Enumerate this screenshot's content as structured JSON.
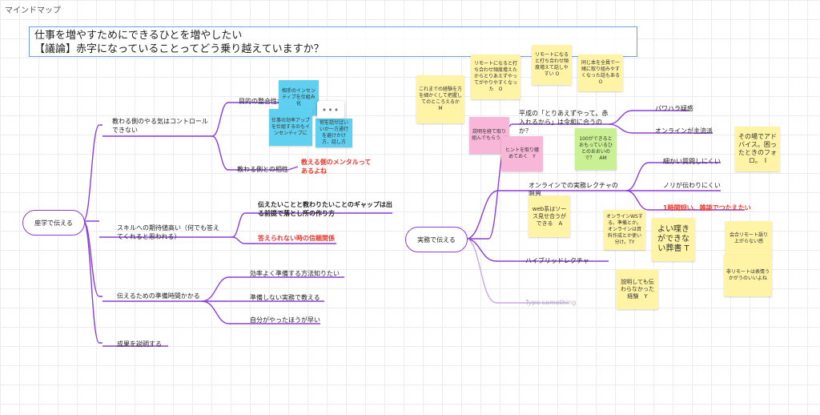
{
  "frame": {
    "label": "マインドマップ"
  },
  "title": {
    "line1": "仕事を増やすためにできるひとを増やしたい",
    "line2": "【議論】赤字になっていることってどう乗り越えていますか？"
  },
  "colors": {
    "branch": "#8c3fd6",
    "red_text": "#e63b2e",
    "frame_border": "#6f9ee6"
  },
  "mindmap_left": {
    "root": "座学で伝える",
    "n_motivation": "教わる側のやる気はコントロールできない",
    "n_purpose": "目的の整合性が取れな",
    "n_compat": "教わる側との相性",
    "n_mental": "教える側のメンタルってあるよね",
    "n_skill": "スキルへの期待値高い（何でも答えてくれると思われる）",
    "n_gap": "伝えたいことと教わりたいことのギャップは出る前提で落とし所の作り方",
    "n_trust": "答えられない時の信頼関係",
    "n_prep": "伝えるための準備時間かかる",
    "n_eff": "効率よく準備する方法知りたい",
    "n_noprep": "準備しない実務で教える",
    "n_self": "自分がやったほうが早い",
    "n_result": "成果を説明する"
  },
  "mindmap_right": {
    "root": "実務で伝える",
    "n_heisei": "平成の「とりあえずやって。赤入れるから」は令和に合うのか？",
    "n_power": "パワハラ疑惑",
    "n_online_main": "オンラインが主流派",
    "n_online_lect": "オンラインでの実務レクチャの限界",
    "n_detail": "細かい質問しにくい",
    "n_nori": "ノリが伝わりにくい",
    "n_1h": "1時間短い、雑談でつたえたい",
    "n_hybrid": "ハイブリッドレクチャ",
    "n_type": "Type something"
  },
  "stickies": {
    "b1": "相手のインセンティブを仕組み化",
    "b2": "仕事の効率アップを仕組するのもインセンティブに",
    "b3": "何を話せばいいか一方通行を避けかけ方、話し方",
    "y1": "これまでの経験を方を細かくして把握してのところえるか　M",
    "y2": "リモートになると打ち合わせ頻度増えたからとりあえずやってがやりやすくなった　O",
    "y3": "リモートになると打ち合わせ頻度増えて話しやすい O",
    "y4": "同じ本を全員で一緒に取り組みやすくなった話もあるO",
    "p1": "説明を経て取り組んでもらう　I",
    "p2": "ヒントを取り纏めておく　Y",
    "g1": "100ができるとおもっているひとのおおいので？　AM",
    "y5": "その場でアドバイス。困ったときのフォロ。　I",
    "y6": "web系はソース見せ合うができる　A",
    "y7": "オンラインWSする。準備とか。オンラインは資料作成とか使い分け。TY",
    "y8": "よい喋きができない葬書 T",
    "y9": "説明しても伝わらなかった経験　Y",
    "y10": "会合リモート語り上がらない感",
    "y11": "非リモートは表情うかがうのいいよね"
  },
  "icons": {
    "context_menu": "more-horizontal-icon",
    "board": "grid-canvas"
  }
}
